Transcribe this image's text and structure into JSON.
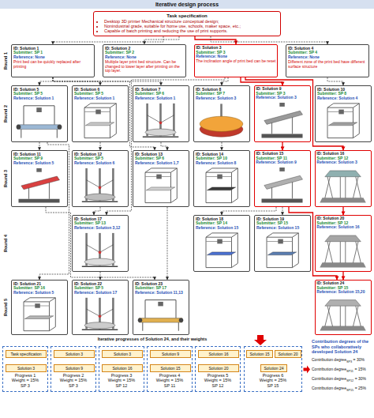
{
  "diagram": {
    "title": "Iterative design process",
    "nodes": [
      {
        "text": [
          "Task specification",
          "Desktop 3D printer Mechanical structure conceptual design;",
          "Nonindustrial grade, suitable for home use, schools, maker space, etc.;",
          "Capable of batch printing and reducing the use of print supports."
        ]
      },
      {
        "text": [
          "ID: Solution 1",
          "Submitter: SP 1",
          "Reference: None",
          "Print bed can be quickly replaced after printing"
        ]
      },
      {
        "text": [
          "ID: Solution 2",
          "Submitter: SP 2",
          "Reference: None",
          "Multiple layer print bed structure. Can be changed to lower layer after printing on the top layer."
        ]
      },
      {
        "text": [
          "ID: Solution 3",
          "Submitter: SP 3",
          "Reference: None",
          "The inclination angle of print bed can be reset"
        ]
      },
      {
        "text": [
          "ID: Solution 4",
          "Submitter: SP 4",
          "Reference: None",
          "Different zone of the print bed have different surface structure"
        ]
      },
      {
        "text": [
          "ID: Solution 5",
          "Submitter: SP 5",
          "Reference: Solution 1"
        ]
      },
      {
        "text": [
          "ID: Solution 6",
          "Submitter: SP 5",
          "Reference: Solution 1"
        ]
      },
      {
        "text": [
          "ID: Solution 7",
          "Submitter: SP 6",
          "Reference: Solution 1"
        ]
      },
      {
        "text": [
          "ID: Solution 8",
          "Submitter: SP 7",
          "Reference: Solution 3"
        ]
      },
      {
        "text": [
          "ID: Solution 9",
          "Submitter: SP 3",
          "Reference: Solution 3"
        ]
      },
      {
        "text": [
          "ID: Solution 10",
          "Submitter: SP 8",
          "Reference: Solution 4"
        ]
      },
      {
        "text": [
          "ID: Solution 11",
          "Submitter: SP 9",
          "Reference: Solution 5"
        ]
      },
      {
        "text": [
          "ID: Solution 12",
          "Submitter: SP 5",
          "Reference: Solution 6"
        ]
      },
      {
        "text": [
          "ID: Solution 13",
          "Submitter: SP 6",
          "Reference: Solution 1,7"
        ]
      },
      {
        "text": [
          "ID: Solution 14",
          "Submitter: SP 10",
          "Reference: Solution 8"
        ]
      },
      {
        "text": [
          "ID: Solution 15",
          "Submitter: SP 11",
          "Reference: Solution 9"
        ]
      },
      {
        "text": [
          "ID: Solution 16",
          "Submitter: SP 12",
          "Reference: Solution 3"
        ]
      },
      {
        "text": [
          "ID: Solution 17",
          "Submitter: SP 13",
          "Reference: Solution 3,12"
        ]
      },
      {
        "text": [
          "ID: Solution 18",
          "Submitter: SP 14",
          "Reference: Solution 15"
        ]
      },
      {
        "text": [
          "ID: Solution 19",
          "Submitter: SP 15",
          "Reference: Solution 15"
        ]
      },
      {
        "text": [
          "ID: Solution 20",
          "Submitter: SP 12",
          "Reference: Solution 16"
        ]
      },
      {
        "text": [
          "ID: Solution 21",
          "Submitter: SP 16",
          "Reference: Solution 5"
        ]
      },
      {
        "text": [
          "ID: Solution 22",
          "Submitter: SP 5",
          "Reference: Solution 17"
        ]
      },
      {
        "text": [
          "ID: Solution 23",
          "Submitter: SP 17",
          "Reference: Solution 11,13"
        ]
      },
      {
        "text": [
          "ID: Solution 24",
          "Submitter: SP 15",
          "Reference: Solution 15,20"
        ]
      },
      {
        "text": [
          "Progress 1",
          "Weight = 15%",
          "SP 3"
        ]
      },
      {
        "text": [
          "Task specification"
        ],
        "in": 25
      },
      {
        "text": [
          "Solution 3"
        ],
        "in": 25
      },
      {
        "text": [
          "Progress 2",
          "Weight = 15%",
          "SP 3"
        ]
      },
      {
        "text": [
          "Solution 3"
        ],
        "in": 28
      },
      {
        "text": [
          "Solution 9"
        ],
        "in": 28
      },
      {
        "text": [
          "Progress 3",
          "Weight = 15%",
          "SP 12"
        ]
      },
      {
        "text": [
          "Solution 3"
        ],
        "in": 31
      },
      {
        "text": [
          "Solution 16"
        ],
        "in": 31
      },
      {
        "text": [
          "Progress 4",
          "Weight = 15%",
          "SP 11"
        ]
      },
      {
        "text": [
          "Solution 9"
        ],
        "in": 34
      },
      {
        "text": [
          "Solution 15"
        ],
        "in": 34
      },
      {
        "text": [
          "Progress 5",
          "Weight = 15%",
          "SP 12"
        ]
      },
      {
        "text": [
          "Solution 16"
        ],
        "in": 37
      },
      {
        "text": [
          "Solution 20"
        ],
        "in": 37
      },
      {
        "text": [
          "Progress 6",
          "Weight = 25%",
          "SP 15"
        ]
      },
      {
        "text": [
          "Solution 15"
        ],
        "in": 40
      },
      {
        "text": [
          "Solution 20"
        ],
        "in": 40
      },
      {
        "text": [
          "Solution 24"
        ],
        "in": 40
      }
    ],
    "edges": [
      {
        "from": 0,
        "to": 1,
        "arrow": "to"
      },
      {
        "from": 0,
        "to": 2,
        "arrow": "to"
      },
      {
        "from": 0,
        "to": 3,
        "arrow": "to"
      },
      {
        "from": 0,
        "to": 4,
        "arrow": "to"
      },
      {
        "from": 1,
        "to": 5,
        "arrow": "to"
      },
      {
        "from": 1,
        "to": 6,
        "arrow": "to"
      },
      {
        "from": 1,
        "to": 7,
        "arrow": "to"
      },
      {
        "from": 3,
        "to": 8,
        "arrow": "to"
      },
      {
        "from": 3,
        "to": 9,
        "arrow": "to"
      },
      {
        "from": 4,
        "to": 10,
        "arrow": "to"
      },
      {
        "from": 5,
        "to": 11,
        "arrow": "to"
      },
      {
        "from": 6,
        "to": 12,
        "arrow": "to"
      },
      {
        "from": 1,
        "to": 13,
        "arrow": "to"
      },
      {
        "from": 7,
        "to": 13,
        "arrow": "to"
      },
      {
        "from": 8,
        "to": 14,
        "arrow": "to"
      },
      {
        "from": 9,
        "to": 15,
        "arrow": "to"
      },
      {
        "from": 3,
        "to": 16,
        "arrow": "to"
      },
      {
        "from": 3,
        "to": 17,
        "arrow": "to"
      },
      {
        "from": 12,
        "to": 17,
        "arrow": "to"
      },
      {
        "from": 15,
        "to": 18,
        "arrow": "to"
      },
      {
        "from": 15,
        "to": 19,
        "arrow": "to"
      },
      {
        "from": 16,
        "to": 20,
        "arrow": "to"
      },
      {
        "from": 5,
        "to": 21,
        "arrow": "to"
      },
      {
        "from": 17,
        "to": 22,
        "arrow": "to"
      },
      {
        "from": 11,
        "to": 23,
        "arrow": "to"
      },
      {
        "from": 13,
        "to": 23,
        "arrow": "to"
      },
      {
        "from": 15,
        "to": 24,
        "arrow": "to"
      },
      {
        "from": 20,
        "to": 24,
        "arrow": "to"
      },
      {
        "from": 26,
        "to": 27,
        "arrow": "to"
      },
      {
        "from": 29,
        "to": 30,
        "arrow": "to"
      },
      {
        "from": 32,
        "to": 33,
        "arrow": "to"
      },
      {
        "from": 35,
        "to": 36,
        "arrow": "to"
      },
      {
        "from": 38,
        "to": 39,
        "arrow": "to"
      },
      {
        "from": 41,
        "to": 43,
        "arrow": "to"
      },
      {
        "from": 42,
        "to": 43,
        "arrow": "to"
      }
    ],
    "labels": [
      "Round 1",
      "Round 2",
      "Round 3",
      "Round 4",
      "Round 5",
      "Iterative progresses of Solution 24, and their weights",
      "Contribution degrees of the SPs who collaboratively developed Solution 24",
      "Contribution degree",
      "SP3",
      "= 30%",
      "Contribution degree",
      "SP11",
      "= 15%",
      "Contribution degree",
      "SP12",
      "= 30%",
      "Contribution degree",
      "SP15",
      "= 25%"
    ]
  }
}
